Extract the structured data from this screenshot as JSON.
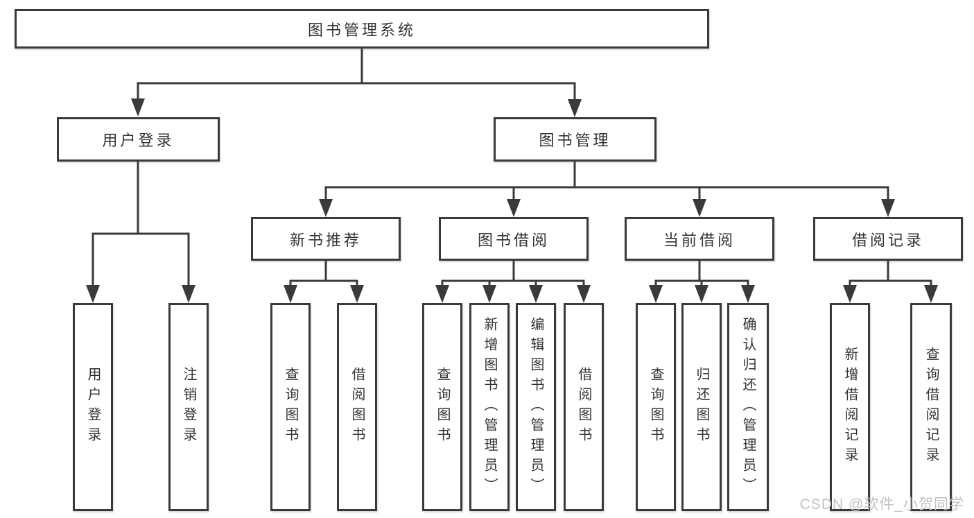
{
  "nodes": {
    "root": "图书管理系统",
    "level2": {
      "user_login": "用户登录",
      "book_mgmt": "图书管理"
    },
    "level3": {
      "new_books": "新书推荐",
      "book_borrow": "图书借阅",
      "current_borrow": "当前借阅",
      "borrow_records": "借阅记录"
    },
    "leaves": {
      "user_login": [
        "用户登录",
        "注销登录"
      ],
      "new_books": [
        "查询图书",
        "借阅图书"
      ],
      "book_borrow": [
        "查询图书",
        "新增图书（管理员）",
        "编辑图书（管理员）",
        "借阅图书"
      ],
      "current_borrow": [
        "查询图书",
        "归还图书",
        "确认归还（管理员）"
      ],
      "borrow_records": [
        "新增借阅记录",
        "查询借阅记录"
      ]
    }
  },
  "watermark": "CSDN @软件_小贺同学",
  "colors": {
    "line": "#3a3a3a",
    "text": "#333333",
    "watermark": "#c2c2c2",
    "background": "#ffffff"
  }
}
